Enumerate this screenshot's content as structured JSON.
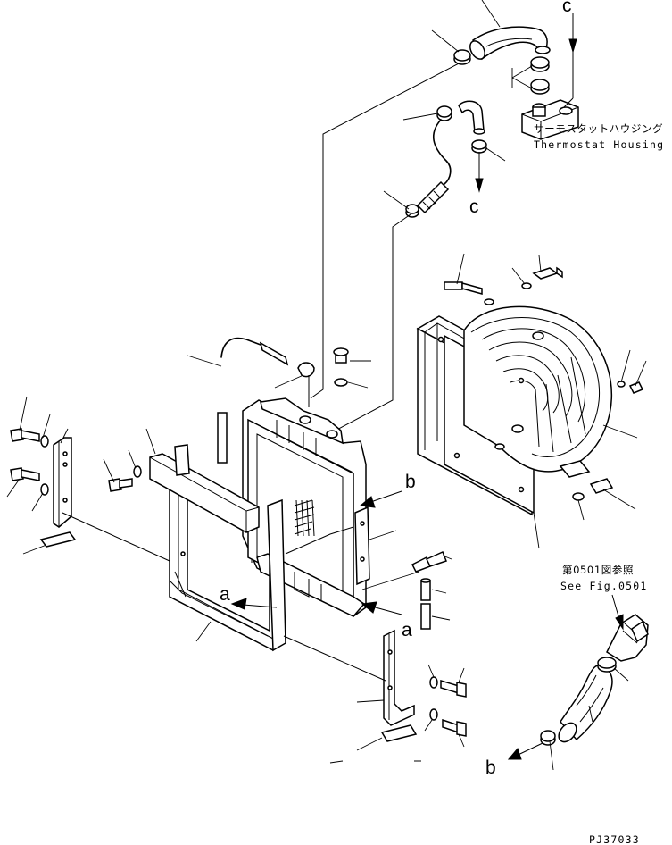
{
  "labels": {
    "ref_c_top": "c",
    "ref_c_mid": "c",
    "ref_b_right": "b",
    "ref_b_bottom": "b",
    "ref_a_left": "a",
    "ref_a_right": "a",
    "thermostat_jp": "サーモスタットハウジング",
    "thermostat_en": "Thermostat Housing",
    "see_fig_jp": "第0501図参照",
    "see_fig_en": "See Fig.0501",
    "drawing_code": "PJ37033"
  }
}
